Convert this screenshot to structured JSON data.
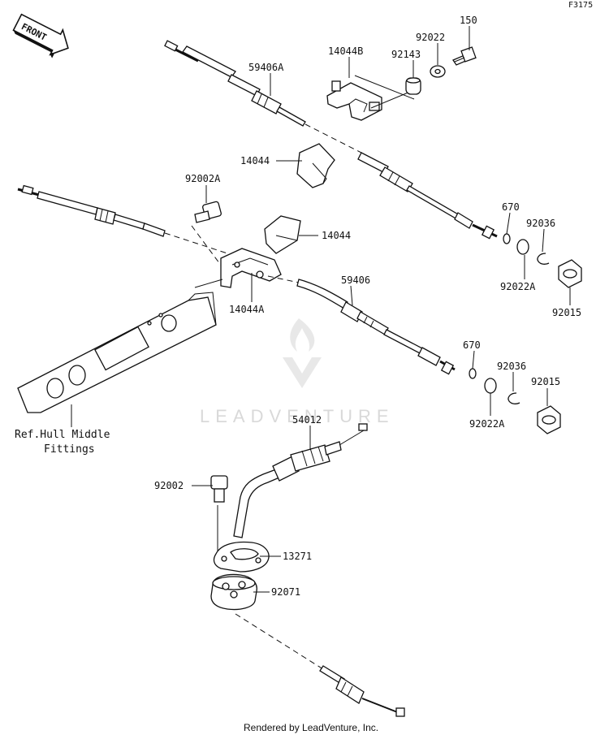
{
  "figure_code": "F3175",
  "front_label": "FRONT",
  "watermark": "LEADVENTURE",
  "footer": "Rendered by LeadVenture, Inc.",
  "reference_text": {
    "line1": "Ref.Hull Middle",
    "line2": "Fittings"
  },
  "callouts": {
    "c150": "150",
    "c92022": "92022",
    "c92143": "92143",
    "c14044b": "14044B",
    "c59406a": "59406A",
    "c14044_top": "14044",
    "c92002a": "92002A",
    "c14044_mid": "14044",
    "c670_top": "670",
    "c92036_top": "92036",
    "c92022a_top": "92022A",
    "c92015_top": "92015",
    "c14044a": "14044A",
    "c59406": "59406",
    "c670_bot": "670",
    "c92036_bot": "92036",
    "c92015_bot": "92015",
    "c92022a_bot": "92022A",
    "c54012": "54012",
    "c92002": "92002",
    "c13271": "13271",
    "c92071": "92071"
  }
}
